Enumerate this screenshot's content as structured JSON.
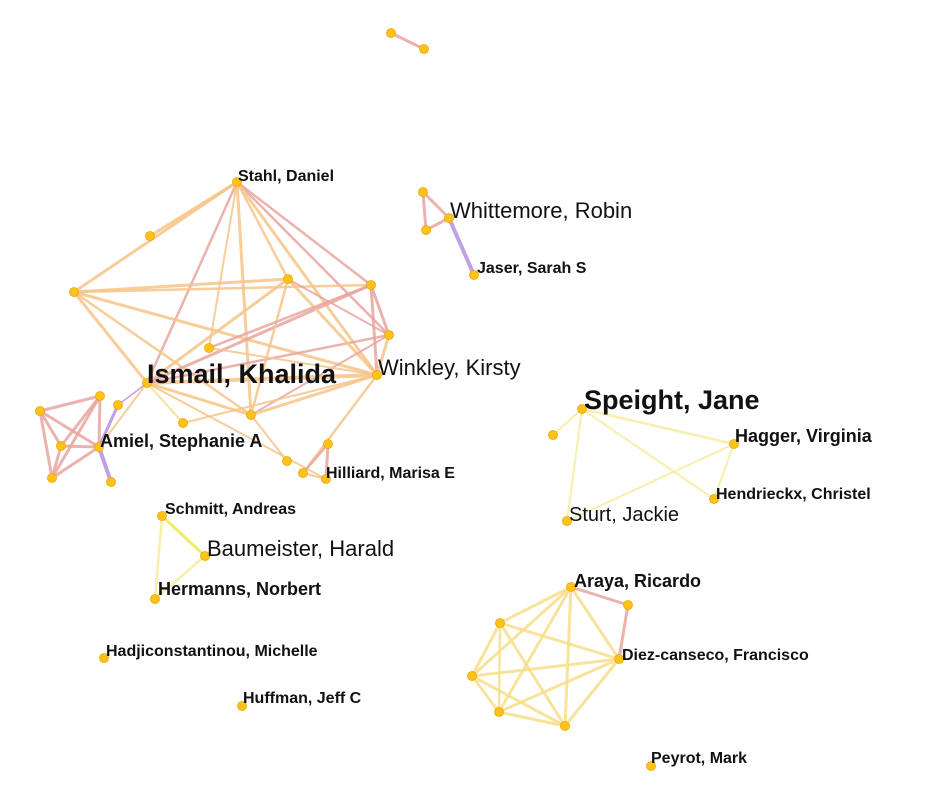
{
  "colors": {
    "node": "#ffc21a",
    "edge_orange": "#f6c488",
    "edge_pink": "#e8a4a0",
    "edge_yellow": "#f7de8a",
    "edge_light_yellow": "#f8ec9e",
    "edge_purple": "#b68fe0",
    "edge_bright_yellow": "#eaea4a",
    "label": "#111111"
  },
  "labels": {
    "stahl": "Stahl, Daniel",
    "whittemore": "Whittemore, Robin",
    "jaser": "Jaser, Sarah S",
    "ismail": "Ismail, Khalida",
    "winkley": "Winkley, Kirsty",
    "speight": "Speight, Jane",
    "amiel": "Amiel, Stephanie A",
    "hagger": "Hagger, Virginia",
    "hilliard": "Hilliard, Marisa E",
    "hendrieckx": "Hendrieckx, Christel",
    "schmitt": "Schmitt, Andreas",
    "sturt": "Sturt, Jackie",
    "baumeister": "Baumeister, Harald",
    "hermanns": "Hermanns, Norbert",
    "araya": "Araya, Ricardo",
    "hadjiconstantinou": "Hadjiconstantinou, Michelle",
    "diez": "Diez-canseco, Francisco",
    "huffman": "Huffman, Jeff C",
    "peyrot": "Peyrot, Mark"
  }
}
